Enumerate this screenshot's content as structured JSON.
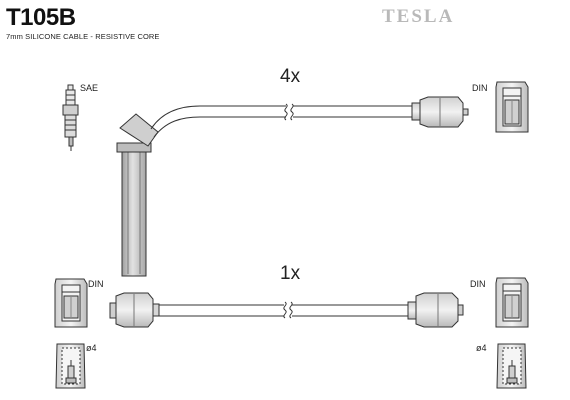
{
  "header": {
    "part_code": "T105B",
    "description": "7mm SILICONE CABLE - RESISTIVE CORE",
    "brand": "TESLA"
  },
  "labels": {
    "spark_plug_standard": "SAE",
    "din_top_right": "DIN",
    "din_mid_left": "DIN",
    "din_mid_right": "DIN",
    "pin_left": "ø4",
    "pin_right": "ø4"
  },
  "quantities": {
    "top_lead": "4x",
    "bottom_lead": "1x"
  },
  "colors": {
    "line": "#333333",
    "fill_light": "#e4e4e4",
    "fill_mid": "#bdbdbd",
    "brand": "#b9b9b9"
  }
}
